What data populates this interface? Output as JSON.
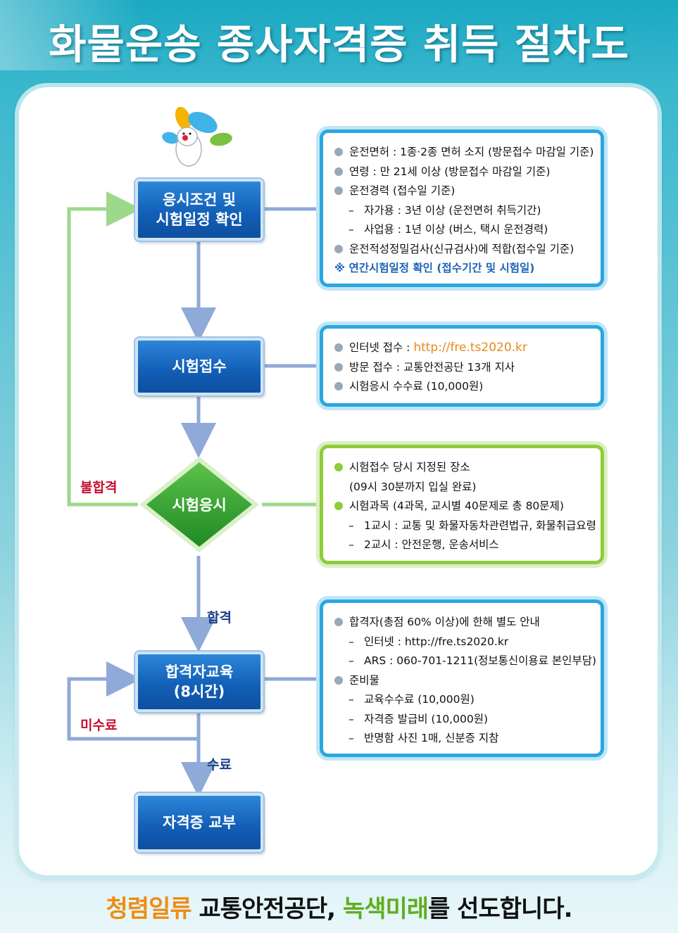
{
  "title": "화물운송 종사자격증 취득 절차도",
  "steps": {
    "s1": "응시조건 및\n시험일정 확인",
    "s2": "시험접수",
    "s3": "시험응시",
    "s4": "합격자교육\n(8시간)",
    "s5": "자격증 교부"
  },
  "edge_labels": {
    "fail": "불합격",
    "pass": "합격",
    "incomplete": "미수료",
    "complete": "수료"
  },
  "info1": {
    "lines": [
      "운전면허 : 1종·2종 면허 소지 (방문접수 마감일 기준)",
      "연령 : 만 21세 이상 (방문접수 마감일 기준)",
      "운전경력 (접수일 기준)",
      "자가용 : 3년 이상 (운전면허 취득기간)",
      "사업용 : 1년 이상 (버스, 택시 운전경력)",
      "운전적성정밀검사(신규검사)에 적합(접수일 기준)",
      "※ 연간시험일정 확인 (접수기간 및 시험일)"
    ]
  },
  "info2": {
    "line1_prefix": "인터넷 접수 : ",
    "line1_url": "http://fre.ts2020.kr",
    "line2": "방문 접수 : 교통안전공단 13개 지사",
    "line3": "시험응시 수수료 (10,000원)"
  },
  "info3": {
    "lines": [
      "시험접수 당시 지정된 장소",
      "(09시 30분까지 입실 완료)",
      "시험과목 (4과목, 교시별 40문제로 총 80문제)",
      "1교시 : 교통 및 화물자동차관련법규, 화물취급요령",
      "2교시 : 안전운행, 운송서비스"
    ]
  },
  "info4": {
    "lines": [
      "합격자(총점 60% 이상)에 한해 별도 안내",
      "인터넷 : http://fre.ts2020.kr",
      "ARS : 060-701-1211(정보통신이용료 본인부담)",
      "준비물",
      "교육수수료 (10,000원)",
      "자격증 발급비 (10,000원)",
      "반명함 사진 1매,  신분증 지참"
    ]
  },
  "footer": {
    "part1": "청렴일류",
    "part2": " 교통안전공단, ",
    "part3": "녹색미래",
    "part4": "를 선도합니다."
  },
  "colors": {
    "step_blue": "#1360b8",
    "diamond_green": "#2e9e2a",
    "info_border_blue": "#2aa7e0",
    "info_border_green": "#8dcc3c",
    "connector_blue": "#8fa9d8",
    "connector_green": "#9ed88a",
    "label_red": "#c8102e",
    "label_blue": "#1a3f86",
    "footer_orange": "#ef8c12",
    "footer_green": "#5fae1e"
  }
}
